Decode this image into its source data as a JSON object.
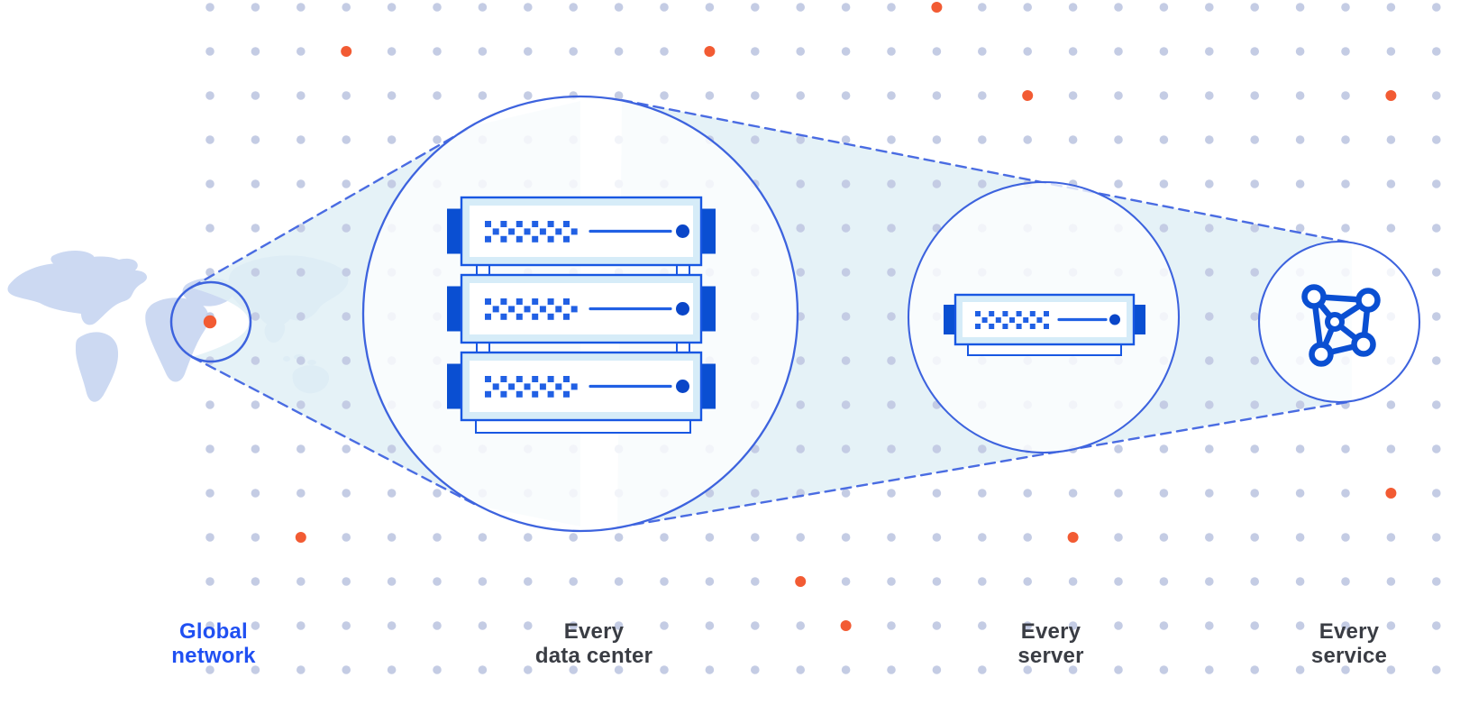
{
  "diagram": {
    "stages": [
      {
        "id": "global-network",
        "label_line1": "Global",
        "label_line2": "network",
        "icon": "world-map-location-marker-icon"
      },
      {
        "id": "every-data-center",
        "label_line1": "Every",
        "label_line2": "data center",
        "icon": "server-rack-stack-icon"
      },
      {
        "id": "every-server",
        "label_line1": "Every",
        "label_line2": "server",
        "icon": "server-unit-icon"
      },
      {
        "id": "every-service",
        "label_line1": "Every",
        "label_line2": "service",
        "icon": "mesh-network-icon"
      }
    ]
  },
  "palette": {
    "background": "#ffffff",
    "grid_dot": "#c4cce4",
    "accent_orange": "#f25b33",
    "map_fill": "#ccd9f2",
    "cone_fill": "#e1f0f6",
    "circle_stroke": "#3d63de",
    "dashed_stroke": "#4a6ce2",
    "server_frame_stroke": "#1857e2",
    "server_frame_fill": "#d6ecf8",
    "server_dark_blue": "#0a4fd2",
    "server_detail_blue": "#2160e4",
    "led_blue": "#0a46c8",
    "label_dark": "#3a3d44",
    "label_blue": "#2050f2"
  }
}
